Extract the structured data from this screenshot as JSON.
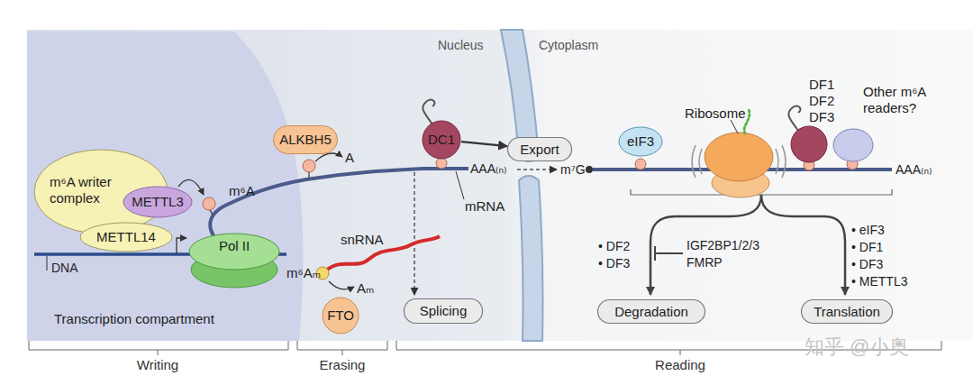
{
  "diagram": {
    "nodes": [
      {
        "text": [
          "Transcription compartment"
        ]
      },
      {
        "text": [
          "m⁶A writer complex"
        ],
        "in": 0
      },
      {
        "text": [
          "METTL3"
        ],
        "in": 0
      },
      {
        "text": [
          "METTL14"
        ],
        "in": 0
      },
      {
        "text": [
          "Pol II"
        ],
        "in": 0
      },
      {
        "text": [
          "ALKBH5"
        ]
      },
      {
        "text": [
          "DC1"
        ]
      },
      {
        "text": [
          "Export"
        ]
      },
      {
        "text": [
          "FTO"
        ]
      },
      {
        "text": [
          "Splicing"
        ]
      },
      {
        "text": [
          "eIF3"
        ]
      },
      {
        "text": [
          "Ribosome"
        ]
      },
      {
        "text": [
          "DF1 DF2 DF3"
        ]
      },
      {
        "text": [
          "Other m⁶A readers?"
        ]
      },
      {
        "text": [
          "Degradation"
        ]
      },
      {
        "text": [
          "Translation"
        ]
      }
    ],
    "edges": [
      {
        "from": 6,
        "to": 7,
        "arrow": "to"
      }
    ],
    "labels": [
      "Nucleus",
      "Cytoplasm",
      "m⁶A",
      "DNA",
      "A",
      "AAA₍ₙ₎",
      "mRNA",
      "m⁷G",
      "snRNA",
      "m⁶Aₘ",
      "Aₘ",
      "AAA₍ₙ₎",
      "• DF2",
      "• DF3",
      "IGF2BP1/2/3 FMRP",
      "• eIF3",
      "• DF1",
      "• DF3",
      "• METTL3",
      "Writing",
      "Erasing",
      "Reading",
      "知乎 @小奥"
    ]
  }
}
